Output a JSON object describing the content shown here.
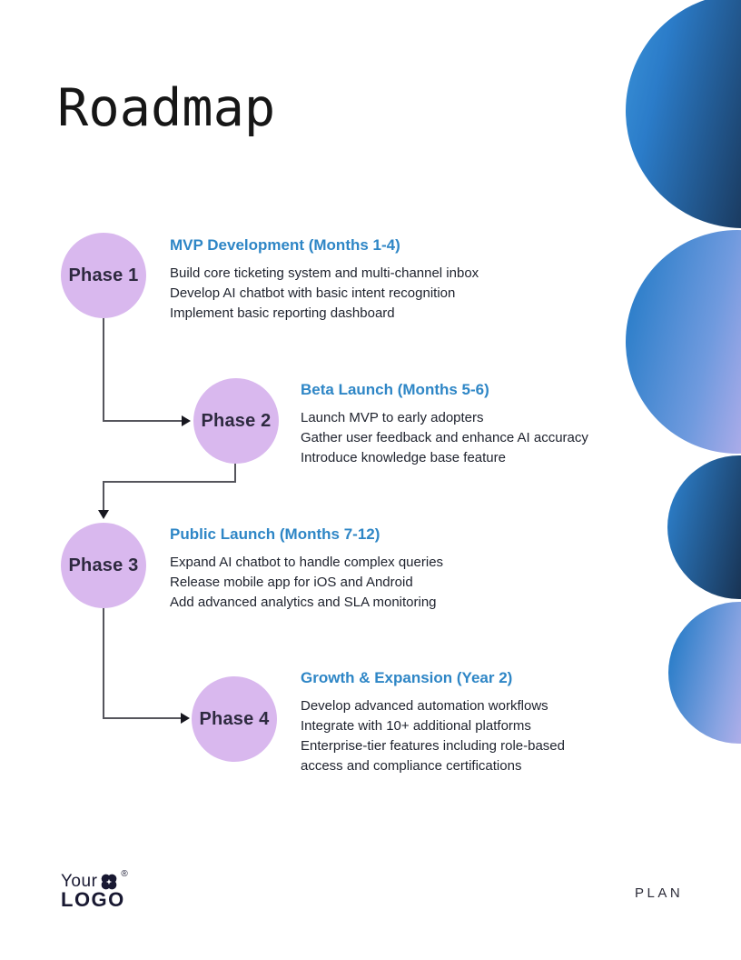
{
  "page": {
    "title": "Roadmap",
    "footer_tag": "PLAN"
  },
  "logo": {
    "line1": "Your",
    "line2": "LOGO",
    "registered_mark": "®"
  },
  "phases": [
    {
      "label": "Phase 1",
      "heading": "MVP Development (Months 1-4)",
      "items": [
        "Build core ticketing system and multi-channel inbox",
        "Develop AI chatbot with basic intent recognition",
        "Implement basic reporting dashboard"
      ]
    },
    {
      "label": "Phase 2",
      "heading": "Beta Launch (Months 5-6)",
      "items": [
        "Launch MVP to early adopters",
        "Gather user feedback and enhance AI accuracy",
        "Introduce knowledge base feature"
      ]
    },
    {
      "label": "Phase 3",
      "heading": "Public Launch (Months 7-12)",
      "items": [
        "Expand AI chatbot to handle complex queries",
        "Release mobile app for iOS and Android",
        "Add advanced analytics and SLA monitoring"
      ]
    },
    {
      "label": "Phase 4",
      "heading": "Growth & Expansion (Year 2)",
      "items": [
        "Develop advanced automation workflows",
        "Integrate with 10+ additional platforms",
        "Enterprise-tier features including role-based access and compliance certifications"
      ]
    }
  ],
  "colors": {
    "heading_blue": "#2e86c6",
    "phase_circle_fill": "#d9b8ee",
    "phase_label_text": "#2e2a40",
    "body_text": "#20242f",
    "logo_navy": "#191932",
    "decor_blue": "#2e7fca",
    "decor_navy": "#15263f",
    "decor_lavender": "#dcbaf2",
    "connector_gray": "#55555c"
  }
}
